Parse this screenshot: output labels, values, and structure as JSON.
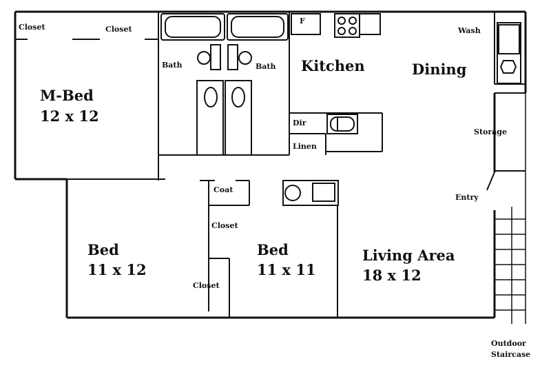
{
  "rooms": {
    "master_bed": {
      "name": "M-Bed",
      "size": "12 x 12"
    },
    "bed_left": {
      "name": "Bed",
      "size": "11 x 12"
    },
    "bed_center": {
      "name": "Bed",
      "size": "11 x 11"
    },
    "living": {
      "name": "Living Area",
      "size": "18 x 12"
    },
    "kitchen": {
      "name": "Kitchen"
    },
    "dining": {
      "name": "Dining"
    }
  },
  "labels": {
    "closet_1": "Closet",
    "closet_2": "Closet",
    "closet_3": "Closet",
    "closet_4": "Closet",
    "bath_1": "Bath",
    "bath_2": "Bath",
    "fridge": "F",
    "wash": "Wash",
    "dishwasher": "Dir",
    "linen": "Linen",
    "storage": "Storage",
    "coat": "Coat",
    "entry": "Entry",
    "staircase_line1": "Outdoor",
    "staircase_line2": "Staircase"
  }
}
